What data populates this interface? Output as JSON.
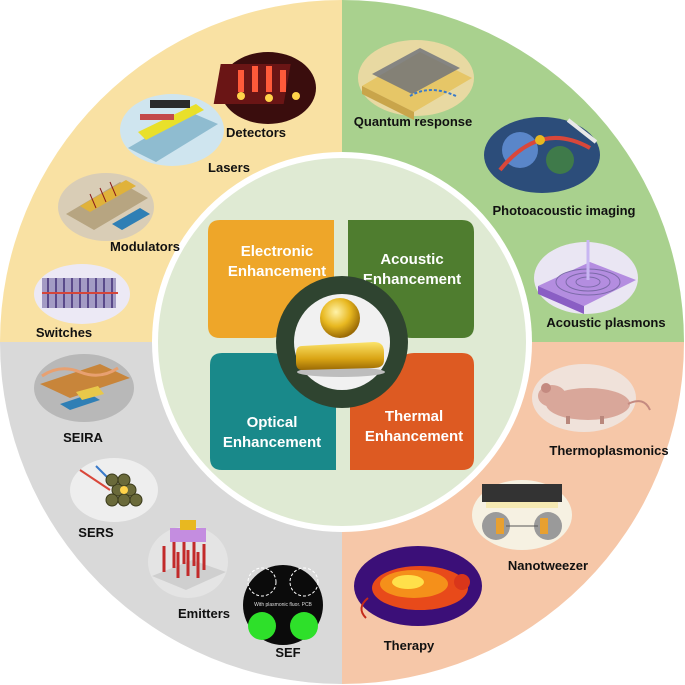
{
  "center": {
    "quadrants": {
      "electronic": {
        "line1": "Electronic",
        "line2": "Enhancement",
        "color": "#eea629"
      },
      "acoustic": {
        "line1": "Acoustic",
        "line2": "Enhancement",
        "color": "#4f7d2f"
      },
      "optical": {
        "line1": "Optical",
        "line2": "Enhancement",
        "color": "#19898a"
      },
      "thermal": {
        "line1": "Thermal",
        "line2": "Enhancement",
        "color": "#dd5a22"
      }
    }
  },
  "sectors": {
    "top_left": {
      "color": "#f9e1a3",
      "items": [
        "Detectors",
        "Lasers",
        "Modulators",
        "Switches"
      ]
    },
    "top_right": {
      "color": "#a9d18e",
      "items": [
        "Quantum response",
        "Photoacoustic imaging",
        "Acoustic plasmons"
      ]
    },
    "bottom_left": {
      "color": "#d9d9d9",
      "items": [
        "SEIRA",
        "SERS",
        "Emitters",
        "SEF"
      ]
    },
    "bottom_right": {
      "color": "#f6c7a8",
      "items": [
        "Thermoplasmonics",
        "Nanotweezer",
        "Therapy"
      ]
    }
  },
  "inset_text": {
    "sef_caption": "With plasmonic fluor. PCB"
  }
}
